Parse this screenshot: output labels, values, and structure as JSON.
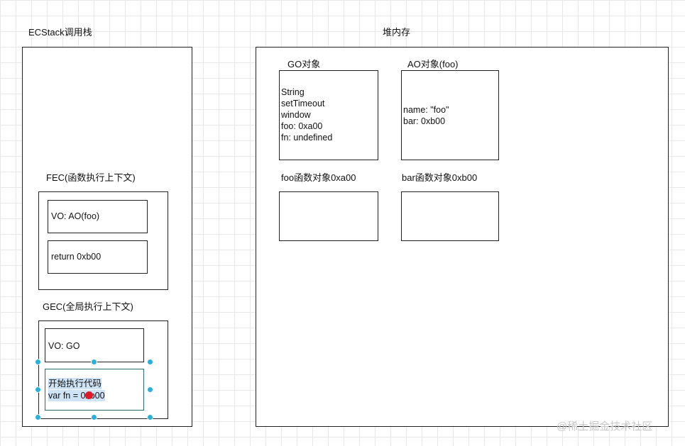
{
  "ecstack": {
    "title": "ECStack调用栈",
    "fec": {
      "title": "FEC(函数执行上下文)",
      "vo": "VO: AO(foo)",
      "ret": "return 0xb00"
    },
    "gec": {
      "title": "GEC(全局执行上下文)",
      "vo": "VO: GO",
      "code_line1": "开始执行代码",
      "code_line2": "var fn = 0xb00"
    }
  },
  "heap": {
    "title": "堆内存",
    "go": {
      "title": "GO对象",
      "lines": [
        "String",
        "setTimeout",
        "window",
        "foo: 0xa00",
        "fn: undefined"
      ]
    },
    "ao": {
      "title": "AO对象(foo)",
      "lines": [
        "name: \"foo\"",
        "bar: 0xb00"
      ]
    },
    "foo_fn": {
      "title": "foo函数对象0xa00"
    },
    "bar_fn": {
      "title": "bar函数对象0xb00"
    }
  },
  "colors": {
    "selection_handle": "#2ab0d6",
    "cursor_dot": "#e0192a",
    "text_highlight": "#cfe3f7"
  },
  "watermark": "@稀土掘金技术社区"
}
